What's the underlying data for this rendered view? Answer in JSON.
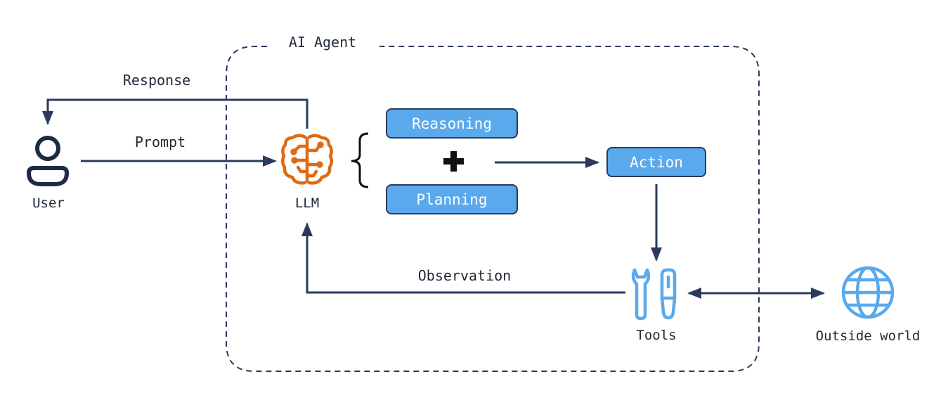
{
  "agent_container": {
    "title": "AI Agent"
  },
  "user": {
    "label": "User",
    "icon": "user-icon"
  },
  "llm": {
    "label": "LLM",
    "icon": "brain-circuit-icon"
  },
  "reasoning": {
    "label": "Reasoning"
  },
  "planning": {
    "label": "Planning"
  },
  "plus": {
    "icon": "plus-icon"
  },
  "action": {
    "label": "Action"
  },
  "tools": {
    "label": "Tools",
    "icon": "wrench-screwdriver-icon"
  },
  "outside_world": {
    "label": "Outside world",
    "icon": "globe-icon"
  },
  "edges": {
    "response": "Response",
    "prompt": "Prompt",
    "observation": "Observation"
  },
  "colors": {
    "stroke": "#2b3a5c",
    "box_fill": "#5aa9ec",
    "box_stroke": "#2b3a5c",
    "llm_orange": "#e06a12",
    "icon_blue": "#5aa9ec",
    "user_navy": "#1d2a44"
  }
}
